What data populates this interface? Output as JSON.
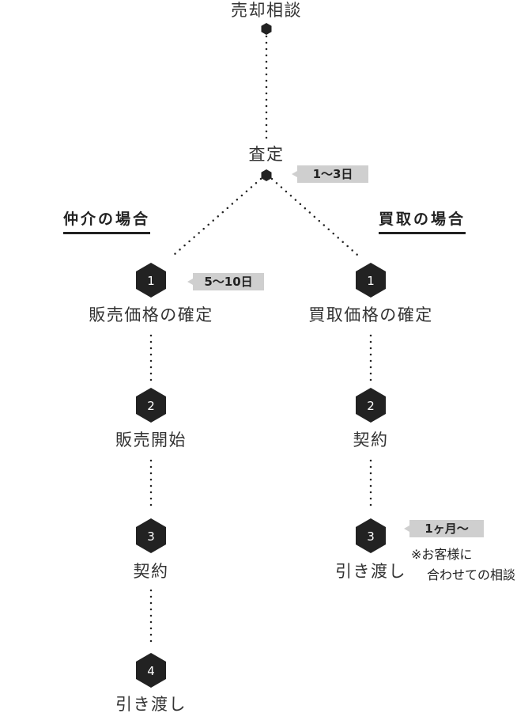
{
  "top": {
    "label": "売却相談"
  },
  "appraisal": {
    "label": "査定",
    "duration": "1〜3日"
  },
  "brokerage": {
    "heading": "仲介の場合",
    "first_duration": "5〜10日",
    "steps": [
      {
        "num": "1",
        "label": "販売価格の確定"
      },
      {
        "num": "2",
        "label": "販売開始"
      },
      {
        "num": "3",
        "label": "契約"
      },
      {
        "num": "4",
        "label": "引き渡し"
      }
    ]
  },
  "purchase": {
    "heading": "買取の場合",
    "last_duration": "1ヶ月〜",
    "note_line1": "※お客様に",
    "note_line2": "合わせての相談",
    "steps": [
      {
        "num": "1",
        "label": "買取価格の確定"
      },
      {
        "num": "2",
        "label": "契約"
      },
      {
        "num": "3",
        "label": "引き渡し"
      }
    ]
  },
  "colors": {
    "node": "#222222",
    "badge": "#cfcfcf",
    "text": "#333333"
  }
}
